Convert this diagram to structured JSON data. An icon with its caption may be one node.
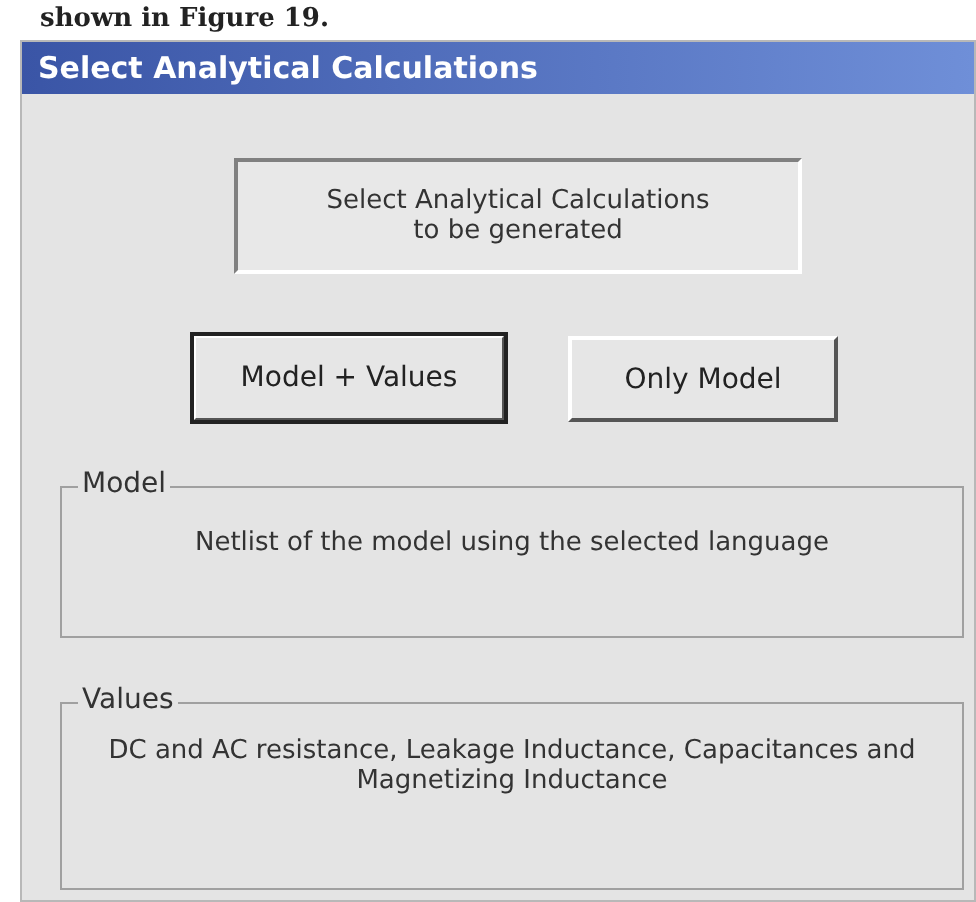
{
  "diagram": {
    "nodes": [
      {
        "text": [
          "Select Analytical Calculations"
        ]
      },
      {
        "text": [
          "Select Analytical Calculations to be generated"
        ],
        "in": 0
      },
      {
        "text": [
          "Model + Values"
        ],
        "in": 0
      },
      {
        "text": [
          "Only Model"
        ],
        "in": 0
      },
      {
        "text": [
          "Model",
          "Netlist of the model using the selected language"
        ],
        "in": 0
      },
      {
        "text": [
          "Values",
          "DC and AC resistance, Leakage Inductance, Capacitances and Magnetizing Inductance"
        ],
        "in": 0
      }
    ],
    "labels": [
      "shown in Figure 19."
    ]
  }
}
